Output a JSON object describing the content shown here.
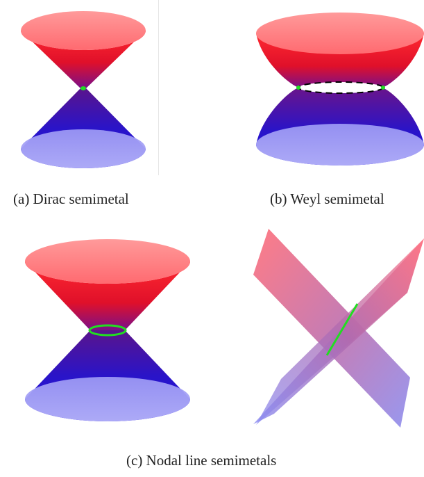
{
  "captions": {
    "a": "(a) Dirac semimetal",
    "b": "(b) Weyl semimetal",
    "c": "(c) Nodal line semimetals"
  },
  "colors": {
    "upper_cone": "#f0252f",
    "upper_cap": "#ff8a8f",
    "lower_cone": "#2c18c8",
    "lower_cap": "#8a86f0",
    "node": "#22dd22",
    "dashed_ring": "#000000"
  },
  "panels": [
    {
      "id": "a",
      "name": "dirac-cone",
      "node": "point"
    },
    {
      "id": "b",
      "name": "weyl-bands",
      "node": "two-points-with-dashed-ring"
    },
    {
      "id": "c1",
      "name": "nodal-line-cone",
      "node": "ring"
    },
    {
      "id": "c2",
      "name": "nodal-line-planes",
      "node": "line"
    }
  ]
}
